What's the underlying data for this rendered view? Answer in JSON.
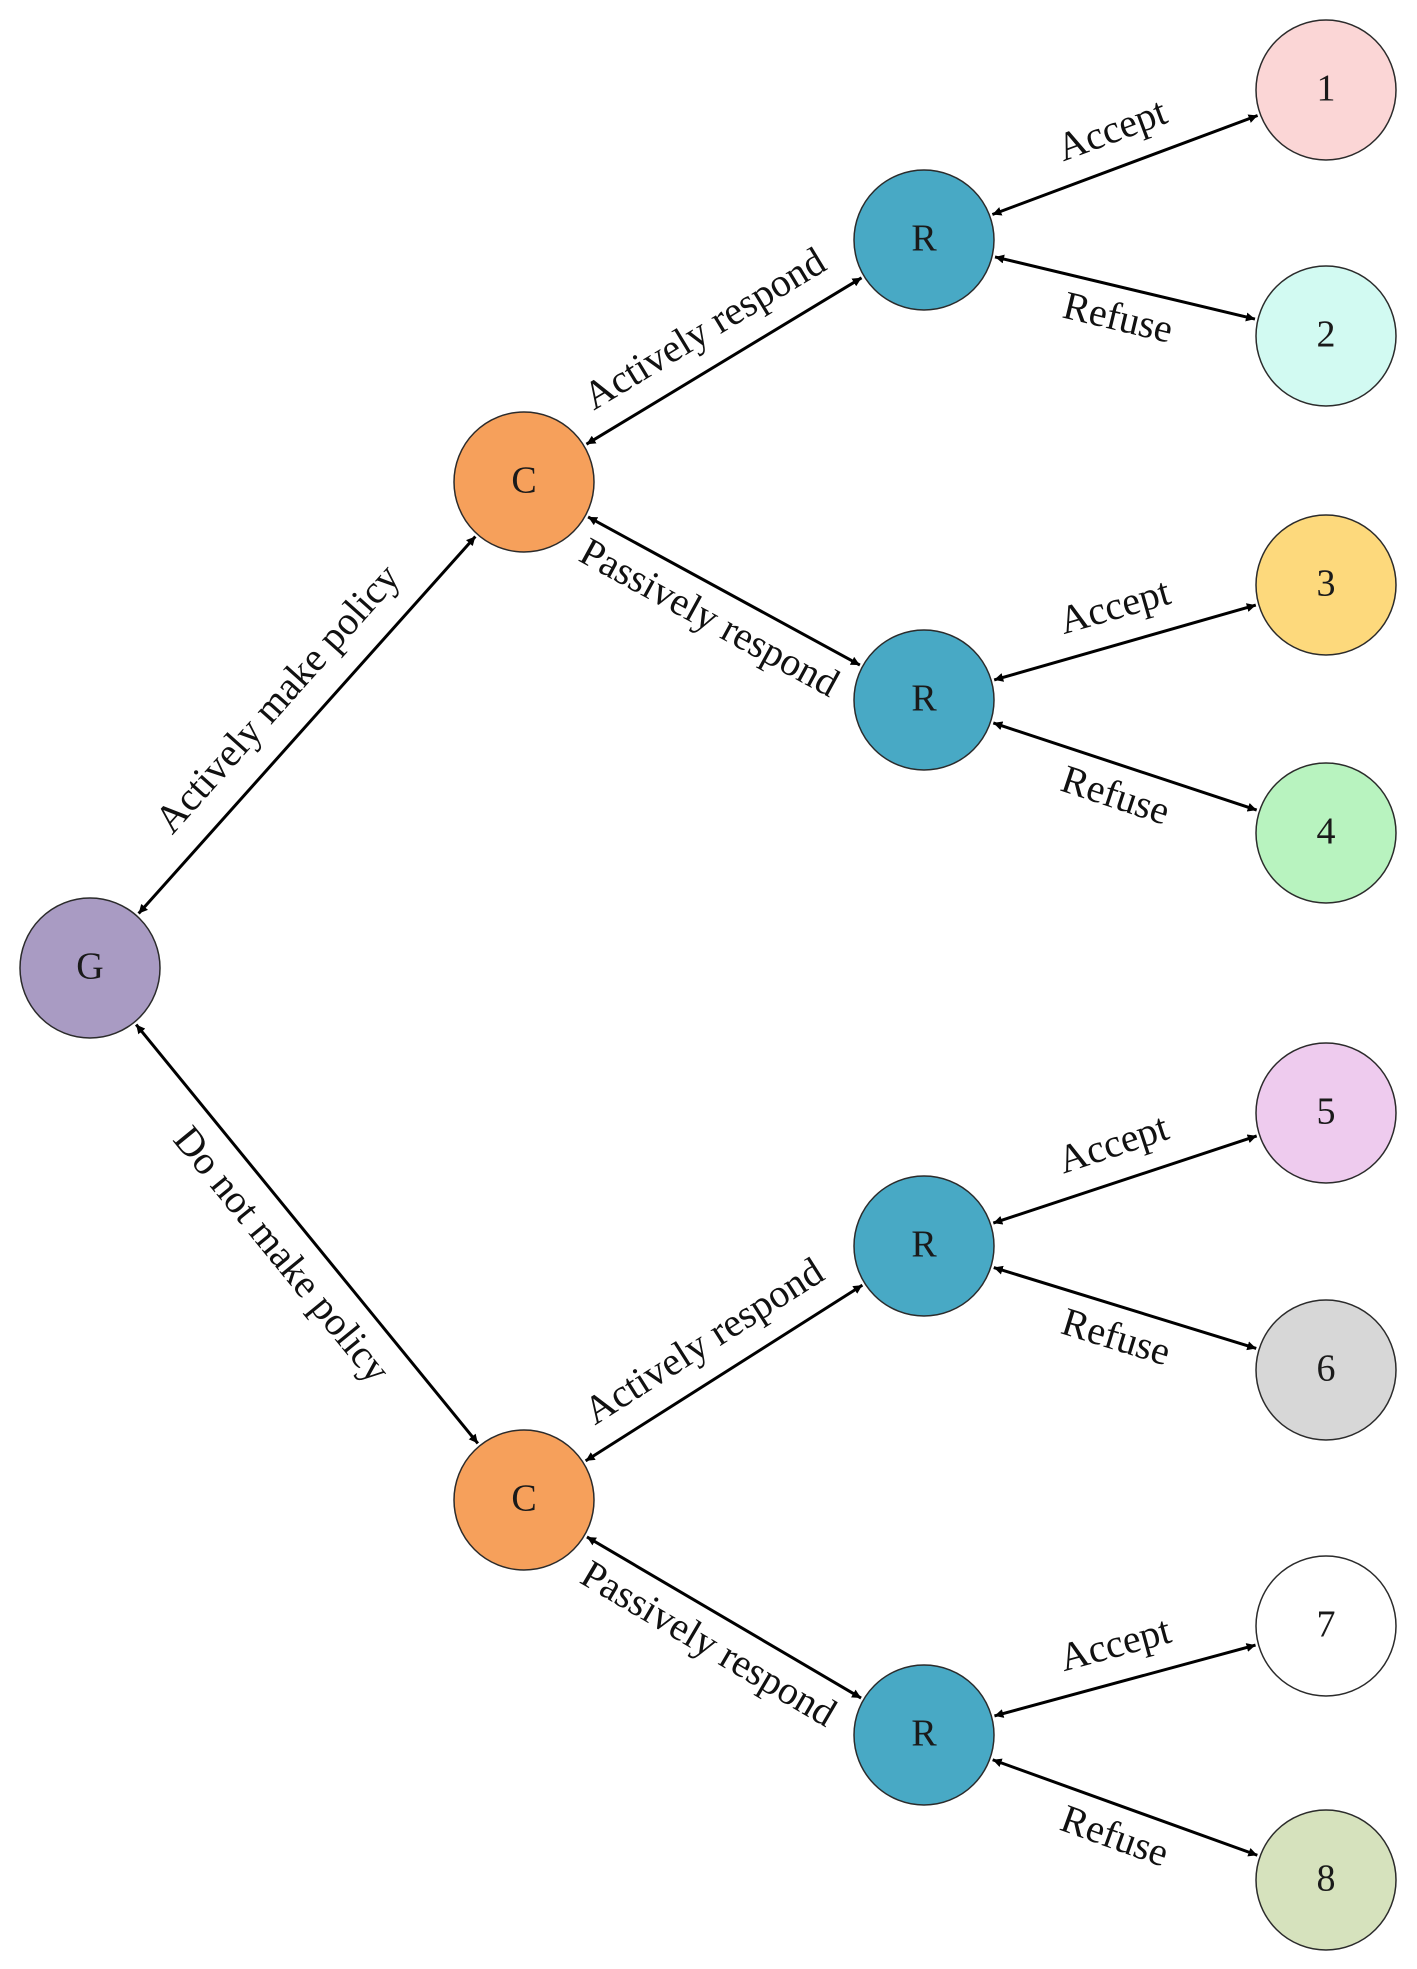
{
  "diagram": {
    "nodes": [
      {
        "id": "g",
        "label": "G",
        "color": "#a99bc3"
      },
      {
        "id": "c1",
        "label": "C",
        "color": "#f6a05b"
      },
      {
        "id": "c2",
        "label": "C",
        "color": "#f6a05b"
      },
      {
        "id": "r1",
        "label": "R",
        "color": "#48a9c5"
      },
      {
        "id": "r2",
        "label": "R",
        "color": "#48a9c5"
      },
      {
        "id": "r3",
        "label": "R",
        "color": "#48a9c5"
      },
      {
        "id": "r4",
        "label": "R",
        "color": "#48a9c5"
      },
      {
        "id": "o1",
        "label": "1",
        "color": "#fbd6d6"
      },
      {
        "id": "o2",
        "label": "2",
        "color": "#d2faf2"
      },
      {
        "id": "o3",
        "label": "3",
        "color": "#fdd97c"
      },
      {
        "id": "o4",
        "label": "4",
        "color": "#b8f3bf"
      },
      {
        "id": "o5",
        "label": "5",
        "color": "#eecbee"
      },
      {
        "id": "o6",
        "label": "6",
        "color": "#d7d7d7"
      },
      {
        "id": "o7",
        "label": "7",
        "color": "#ffffff"
      },
      {
        "id": "o8",
        "label": "8",
        "color": "#d6e2bd"
      }
    ],
    "edges": [
      {
        "from": "g",
        "to": "c1",
        "label": "Actively make policy"
      },
      {
        "from": "g",
        "to": "c2",
        "label": "Do not make policy"
      },
      {
        "from": "c1",
        "to": "r1",
        "label": "Actively respond"
      },
      {
        "from": "c1",
        "to": "r2",
        "label": "Passively respond"
      },
      {
        "from": "c2",
        "to": "r3",
        "label": "Actively respond"
      },
      {
        "from": "c2",
        "to": "r4",
        "label": "Passively respond"
      },
      {
        "from": "r1",
        "to": "o1",
        "label": "Accept"
      },
      {
        "from": "r1",
        "to": "o2",
        "label": "Refuse"
      },
      {
        "from": "r2",
        "to": "o3",
        "label": "Accept"
      },
      {
        "from": "r2",
        "to": "o4",
        "label": "Refuse"
      },
      {
        "from": "r3",
        "to": "o5",
        "label": "Accept"
      },
      {
        "from": "r3",
        "to": "o6",
        "label": "Refuse"
      },
      {
        "from": "r4",
        "to": "o7",
        "label": "Accept"
      },
      {
        "from": "r4",
        "to": "o8",
        "label": "Refuse"
      }
    ]
  }
}
